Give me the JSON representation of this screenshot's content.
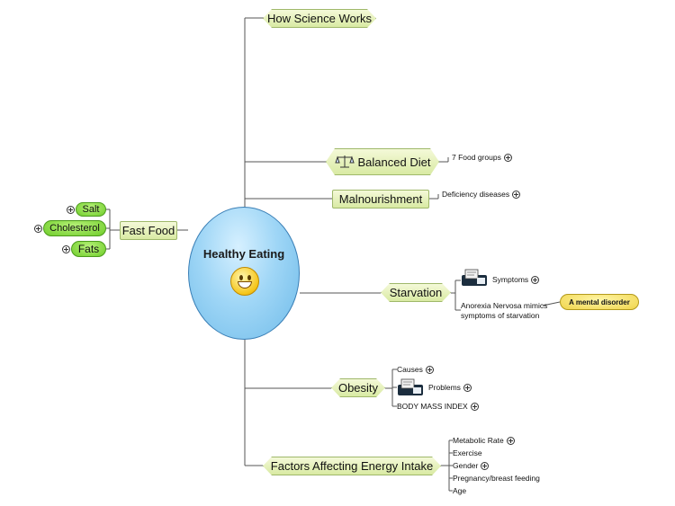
{
  "center": {
    "title": "Healthy Eating",
    "icon": "smiley-icon"
  },
  "branches": {
    "how_science": {
      "label": "How Science Works"
    },
    "balanced_diet": {
      "label": "Balanced Diet",
      "icon": "scales-icon",
      "child": "7 Food groups"
    },
    "malnourishment": {
      "label": "Malnourishment",
      "child": "Deficiency diseases"
    },
    "starvation": {
      "label": "Starvation",
      "symptoms": "Symptoms",
      "anorexia_line1": "Anorexia Nervosa mimics",
      "anorexia_line2": "symptoms of starvation",
      "disorder": "A mental disorder"
    },
    "obesity": {
      "label": "Obesity",
      "causes": "Causes",
      "problems": "Problems",
      "bmi": "BODY MASS INDEX"
    },
    "energy": {
      "label": "Factors Affecting Energy Intake",
      "items": [
        "Metabolic Rate",
        "Exercise",
        "Gender",
        "Pregnancy/breast feeding",
        "Age"
      ]
    },
    "fast_food": {
      "label": "Fast Food",
      "items": [
        "Salt",
        "Cholesterol",
        "Fats"
      ]
    }
  },
  "colors": {
    "branch_fill": "#e6f2b8",
    "leaf_green": "#7fd43a",
    "center_blue": "#8fcff3",
    "disorder_yellow": "#f3db55"
  }
}
